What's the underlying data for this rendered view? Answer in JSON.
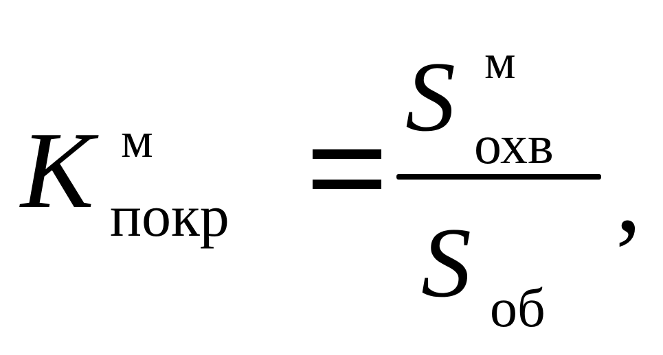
{
  "formula": {
    "lhs": {
      "main": "K",
      "superscript": "м",
      "subscript": "покр"
    },
    "equals": "=",
    "numerator": {
      "main": "S",
      "superscript": "м",
      "subscript": "охв"
    },
    "denominator": {
      "main": "S",
      "subscript": "об"
    },
    "trailing": ","
  }
}
